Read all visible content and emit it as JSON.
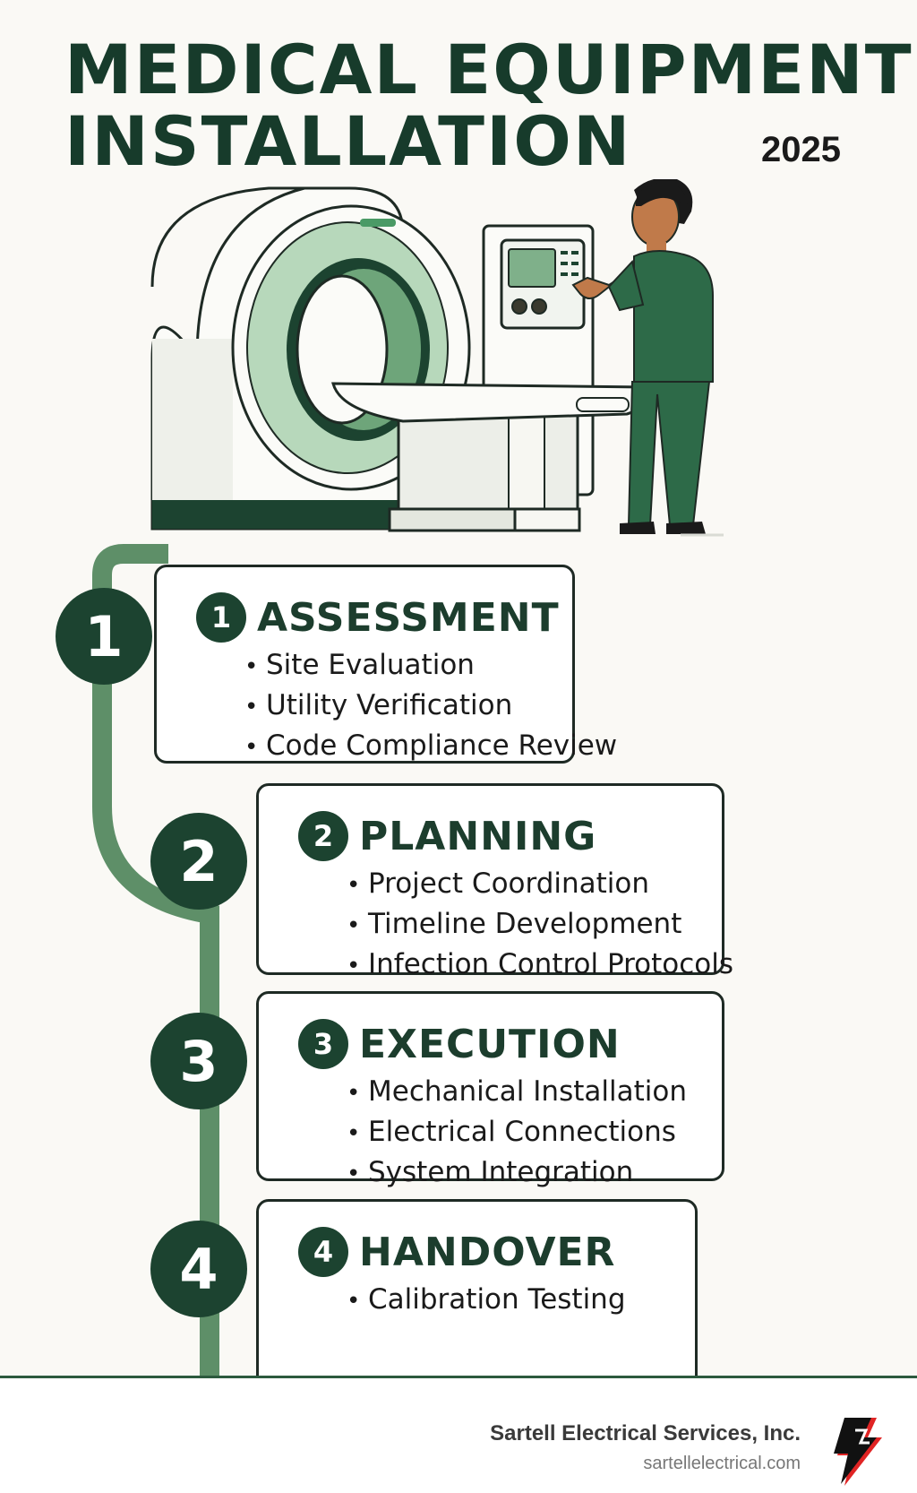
{
  "header": {
    "title_line1": "MEDICAL EQUIPMENT",
    "title_line2": "INSTALLATION",
    "year": "2025"
  },
  "illustration": {
    "subject": "ct-scanner-with-technician"
  },
  "steps": [
    {
      "number": "1",
      "title": "ASSESSMENT",
      "items": [
        "Site Evaluation",
        "Utility Verification",
        "Code Compliance Review"
      ]
    },
    {
      "number": "2",
      "title": "PLANNING",
      "items": [
        "Project Coordination",
        "Timeline Development",
        "Infection Control Protocols"
      ]
    },
    {
      "number": "3",
      "title": "EXECUTION",
      "items": [
        "Mechanical Installation",
        "Electrical Connections",
        "System Integration"
      ]
    },
    {
      "number": "4",
      "title": "HANDOVER",
      "items": [
        "Calibration Testing"
      ]
    }
  ],
  "footer": {
    "company": "Sartell Electrical Services, Inc.",
    "website": "sartellelectrical.com",
    "logo_icon": "lightning-bolt-icon"
  },
  "colors": {
    "dark_green": "#1c4330",
    "timeline_green": "#5e8f68",
    "background": "#faf9f5"
  }
}
